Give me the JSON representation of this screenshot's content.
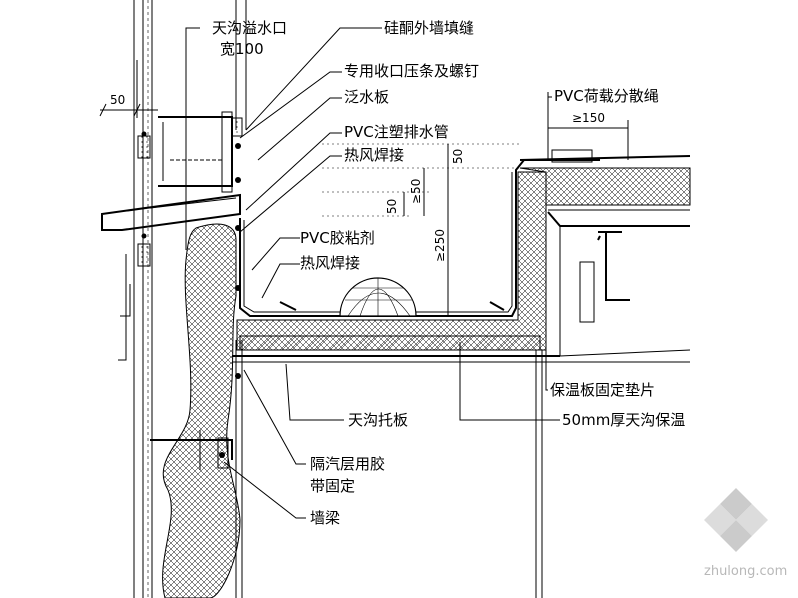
{
  "labels": {
    "gutter_overflow_line1": "天沟溢水口",
    "gutter_overflow_line2": "宽100",
    "silicone_seal": "硅酮外墙填缝",
    "closure_strip": "专用收口压条及螺钉",
    "flashing": "泛水板",
    "pvc_drain": "PVC注塑排水管",
    "hot_air_weld_1": "热风焊接",
    "pvc_adhesive": "PVC胶粘剂",
    "hot_air_weld_2": "热风焊接",
    "pvc_load_rope": "PVC荷载分散绳",
    "insulation_washer": "保温板固定垫片",
    "gutter_insulation": "50mm厚天沟保温",
    "gutter_support": "天沟托板",
    "vapor_barrier_line1": "隔汽层用胶",
    "vapor_barrier_line2": "带固定",
    "wall_beam": "墙梁"
  },
  "dimensions": {
    "d50_left": "50",
    "d150": "≥150",
    "d50_top": "50",
    "d50_mid": "≥50",
    "d50_low": "50",
    "d250": "≥250"
  },
  "watermark": "zhulong.com",
  "colors": {
    "line": "#000000",
    "watermark": "#c0c0c0"
  }
}
